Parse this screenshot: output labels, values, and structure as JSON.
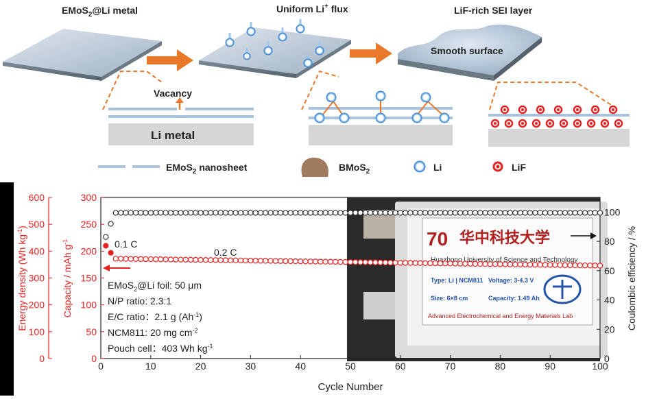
{
  "schematic": {
    "panel1_title": "EMoS",
    "panel1_title_sub": "2",
    "panel1_title_rest": "@Li metal",
    "panel2_title": "Uniform Li",
    "panel2_title_sup": "+",
    "panel2_title_rest": " flux",
    "panel3_title": "LiF-rich SEI layer",
    "smooth_surface_label": "Smooth surface",
    "vacancy_label": "Vacancy",
    "li_metal_label": "Li metal",
    "legend": {
      "nanosheet": "EMoS",
      "nanosheet_sub": "2",
      "nanosheet_rest": " nanosheet",
      "bmos2": "BMoS",
      "bmos2_sub": "2",
      "li": "Li",
      "lif": "LiF"
    },
    "colors": {
      "arrow": "#e8782a",
      "sheet": "#a9c3df",
      "lif": "#e52222",
      "li_ring": "#5aa0e0",
      "bmos2": "#a07a5e"
    }
  },
  "chart_data": {
    "type": "scatter",
    "xlabel": "Cycle Number",
    "xlim": [
      0,
      100
    ],
    "xticks": [
      0,
      10,
      20,
      30,
      40,
      50,
      60,
      70,
      80,
      90,
      100
    ],
    "y_axes": {
      "energy": {
        "label": "Energy density (Wh kg",
        "label_sup": "-1",
        "label_end": ")",
        "lim": [
          0,
          600
        ],
        "ticks": [
          0,
          100,
          200,
          300,
          400,
          500,
          600
        ],
        "color": "#e52222"
      },
      "capacity": {
        "label": "Capacity / mAh g",
        "label_sup": "-1",
        "lim": [
          0,
          300
        ],
        "ticks": [
          0,
          50,
          100,
          150,
          200,
          250,
          300
        ],
        "color": "#e52222"
      },
      "ce": {
        "label": "Coulombic efficiency / %",
        "lim": [
          0,
          110
        ],
        "ticks": [
          0,
          20,
          40,
          60,
          80,
          100
        ],
        "color": "#222222"
      }
    },
    "rate_labels": {
      "c01": "0.1 C",
      "c02": "0.2 C"
    },
    "series": [
      {
        "axis": "capacity",
        "color": "#e52222",
        "marker": "filled",
        "x": [
          1,
          2
        ],
        "y": [
          210,
          197
        ]
      },
      {
        "axis": "capacity",
        "color": "#e52222",
        "marker": "open",
        "x_start": 3,
        "x_end": 100,
        "y_start": 186,
        "y_end": 173
      },
      {
        "axis": "ce",
        "color": "#333333",
        "marker": "open",
        "x": [
          1,
          2
        ],
        "y": [
          83,
          92
        ]
      },
      {
        "axis": "ce",
        "color": "#333333",
        "marker": "open",
        "x_start": 3,
        "x_end": 100,
        "y_start": 99.5,
        "y_end": 99.5
      }
    ],
    "annotations": [
      "EMoS",
      "2",
      "@Li foil: 50 μm",
      "N/P ratio: 2.3:1",
      "E/C ratio：2.1 g (Ah",
      "-1",
      ")",
      "NCM811: 20 mg cm",
      "-2",
      "Pouch cell：403 Wh kg",
      "-1"
    ]
  },
  "pouch_cell": {
    "chinese_name": "华中科技大学",
    "english_name": "Huazhong University of Science and Technology",
    "type_line": "Type: Li | NCM811",
    "voltage_line": "Voltage: 3-4.3 V",
    "size_line": "Size: 6×8 cm",
    "capacity_line": "Capacity: 1.49 Ah",
    "lab_line": "Advanced Electrochemical and Energy Materials Lab",
    "badge": "70"
  }
}
